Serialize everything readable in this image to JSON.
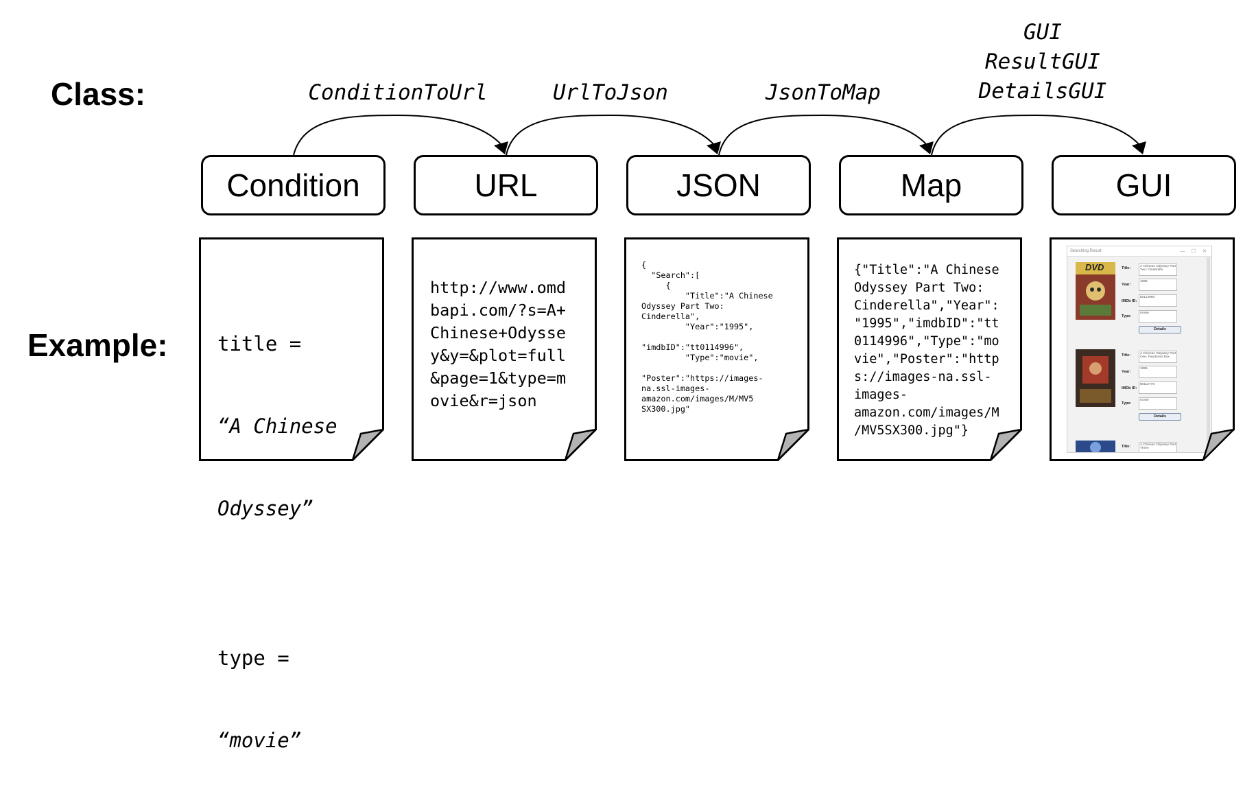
{
  "row_labels": {
    "class": "Class:",
    "example": "Example:"
  },
  "stages": [
    "Condition",
    "URL",
    "JSON",
    "Map",
    "GUI"
  ],
  "transitions": [
    {
      "label": "ConditionToUrl"
    },
    {
      "label": "UrlToJson"
    },
    {
      "label": "JsonToMap"
    },
    {
      "label": "GUI\nResultGUI\nDetailsGUI"
    }
  ],
  "examples": {
    "condition": {
      "line1": "title =",
      "line2": "“A Chinese",
      "line3": "Odyssey”",
      "line4": "type =",
      "line5": "“movie”"
    },
    "url": "http://www.omdbapi.com/?s=A+Chinese+Odyssey&y=&plot=full&page=1&type=movie&r=json",
    "json": "{\n  \"Search\":[\n     {\n         \"Title\":\"A Chinese\nOdyssey Part Two:\nCinderella\",\n         \"Year\":\"1995\",\n\n\"imdbID\":\"tt0114996\",\n         \"Type\":\"movie\",\n\n\"Poster\":\"https://images-\nna.ssl-images-\namazon.com/images/M/MV5\nSX300.jpg\"",
    "map": "{\"Title\":\"A Chinese\nOdyssey Part Two:\nCinderella\",\"Year\":\n\"1995\",\"imdbID\":\"tt\n0114996\",\"Type\":\"mo\nvie\",\"Poster\":\"http\ns://images-na.ssl-\nimages-\namazon.com/images/M\n/MV5SX300.jpg\"}",
    "gui": {
      "window_title": "Searching Result",
      "window_controls": [
        "—",
        "☐",
        "✕"
      ],
      "items": [
        {
          "poster_caption": "DVD",
          "title_label": "Title:",
          "title_value": "A Chinese Odyssey Part Two: Cinderella",
          "year_label": "Year:",
          "year_value": "1995",
          "imdb_label": "IMDb ID:",
          "imdb_value": "tt0114996",
          "type_label": "Type:",
          "type_value": "movie",
          "details_label": "Details"
        },
        {
          "poster_caption": "",
          "title_label": "Title:",
          "title_value": "A Chinese Odyssey Part One: Pandora's Box",
          "year_label": "Year:",
          "year_value": "1995",
          "imdb_label": "IMDb ID:",
          "imdb_value": "tt0112778",
          "type_label": "Type:",
          "type_value": "movie",
          "details_label": "Details"
        },
        {
          "poster_caption": "",
          "title_label": "Title:",
          "title_value": "A Chinese Odyssey Part Three",
          "year_label": "",
          "year_value": "",
          "imdb_label": "",
          "imdb_value": "",
          "type_label": "",
          "type_value": "",
          "details_label": ""
        }
      ]
    }
  },
  "colors": {
    "stroke": "#000000",
    "fold": "#b3b3b3",
    "background": "#ffffff"
  }
}
